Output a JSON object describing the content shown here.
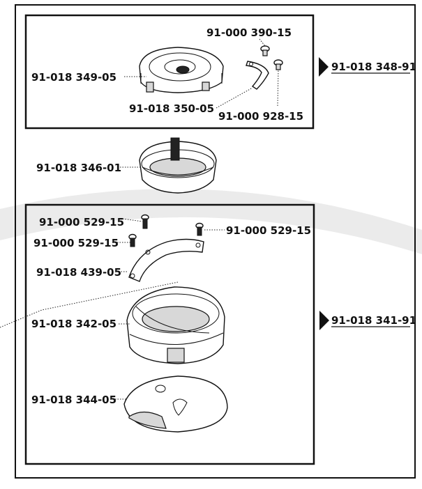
{
  "assemblies": {
    "upper": {
      "number": "91-018 348-91",
      "parts": {
        "hook_cover": "91-018 349-05",
        "screw_a": "91-000 390-15",
        "spring_plate": "91-018 350-05",
        "screw_b": "91-000 928-15"
      }
    },
    "bobbin_case": {
      "number": "91-018 346-01"
    },
    "lower": {
      "number": "91-018 341-91",
      "parts": {
        "screw_1": "91-000 529-15",
        "screw_2": "91-000 529-15",
        "screw_3": "91-000 529-15",
        "retainer_plate": "91-018 439-05",
        "rotary_hook": "91-018 342-05",
        "needle_plate_cover": "91-018 344-05"
      }
    }
  },
  "colors": {
    "ink": "#111111",
    "background": "#ffffff",
    "watermark": "#e3e3e3"
  }
}
